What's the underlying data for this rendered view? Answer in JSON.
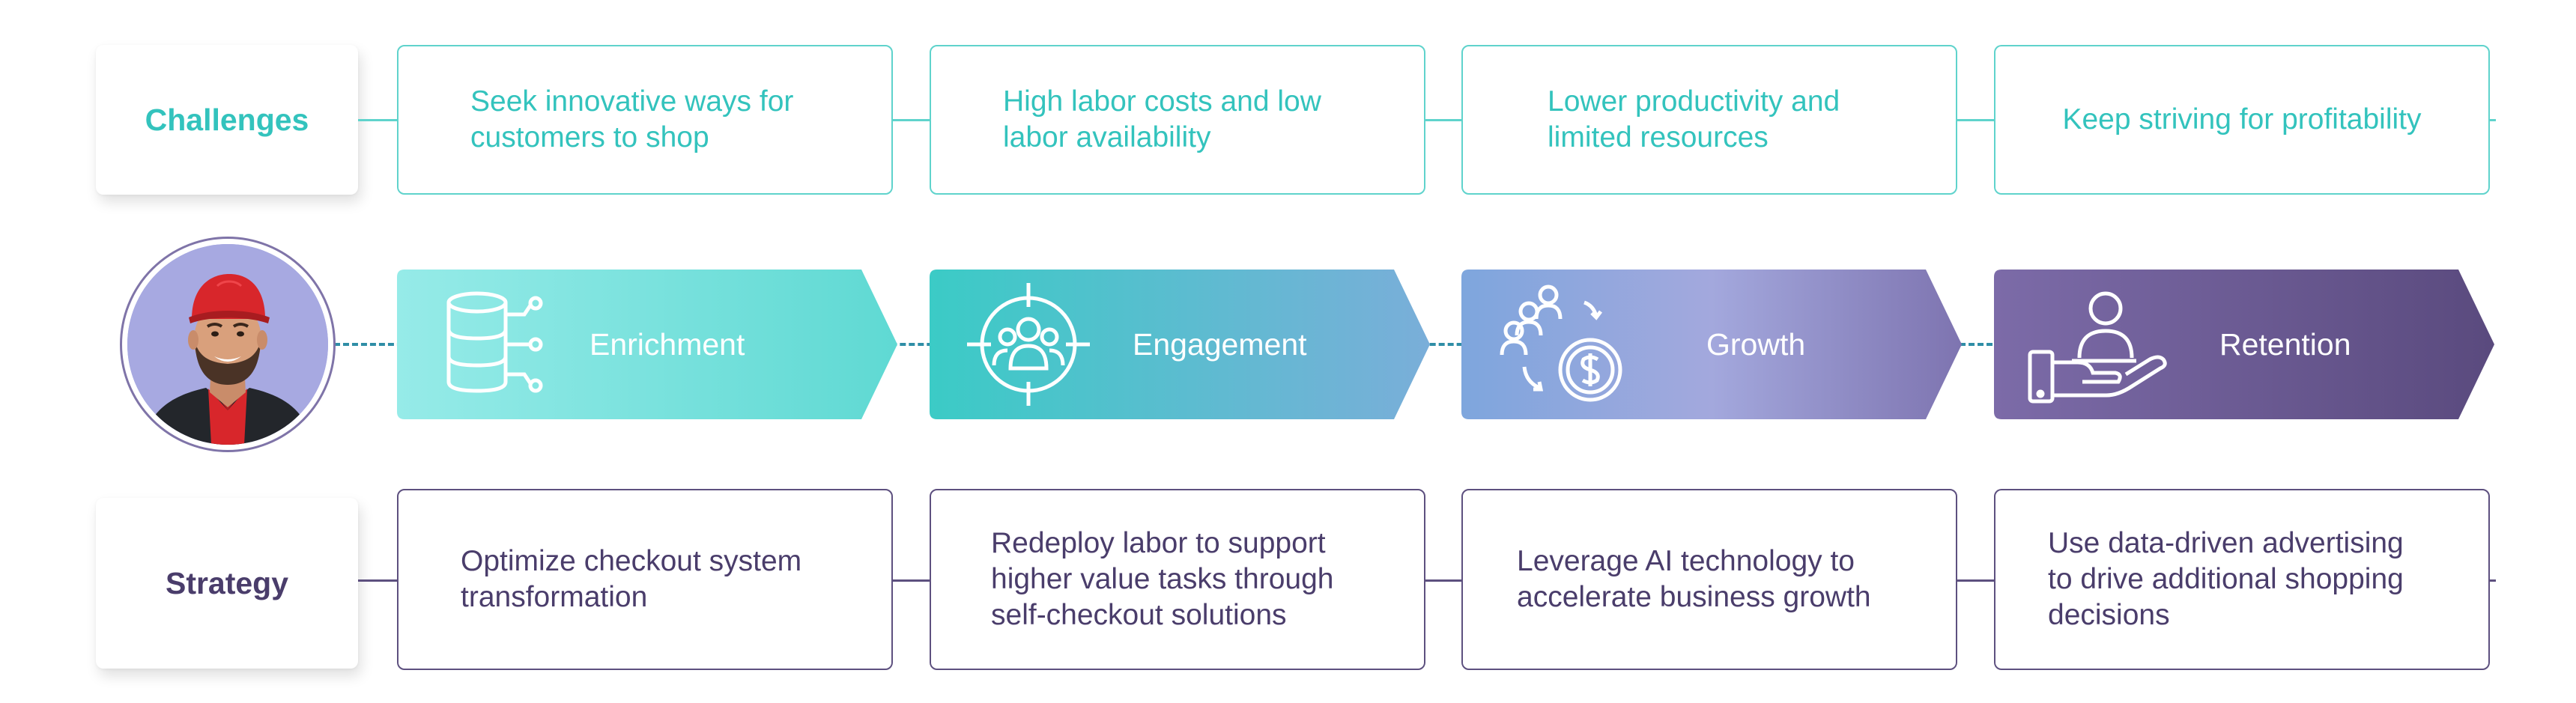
{
  "challenges": {
    "label": "Challenges",
    "items": [
      {
        "line1": "Seek innovative ways for",
        "line2": "customers to shop"
      },
      {
        "line1": "High labor costs and low",
        "line2": "labor availability"
      },
      {
        "line1": "Lower productivity and",
        "line2": "limited resources"
      },
      {
        "line1": "Keep striving for profitability"
      }
    ]
  },
  "stages": [
    {
      "label": "Enrichment",
      "icon": "database-icon"
    },
    {
      "label": "Engagement",
      "icon": "audience-target-icon"
    },
    {
      "label": "Growth",
      "icon": "people-money-icon"
    },
    {
      "label": "Retention",
      "icon": "hand-person-icon"
    }
  ],
  "strategy": {
    "label": "Strategy",
    "items": [
      {
        "line1": "Optimize checkout system",
        "line2": "transformation"
      },
      {
        "line1": "Redeploy labor to support",
        "line2": "higher value tasks through",
        "line3": "self-checkout solutions"
      },
      {
        "line1": "Leverage AI technology to",
        "line2": "accelerate business growth"
      },
      {
        "line1": "Use data-driven advertising",
        "line2": "to drive additional shopping",
        "line3": "decisions"
      }
    ]
  },
  "colors": {
    "challenge_accent": "#33c3bd",
    "strategy_accent": "#4a3d6b",
    "connector_dash": "#2f8ea6"
  }
}
